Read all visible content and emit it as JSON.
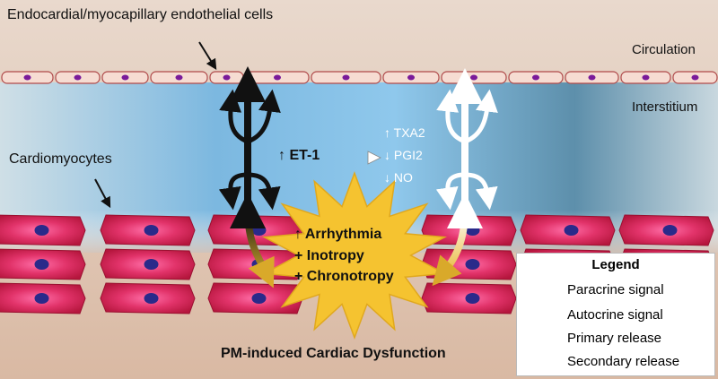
{
  "labels": {
    "endothelial": "Endocardial/myocapillary endothelial cells",
    "circulation": "Circulation",
    "interstitium": "Interstitium",
    "cardiomyocytes": "Cardiomyocytes",
    "et1_arrow": "↑",
    "et1": "ET-1",
    "txa2": "↑ TXA2",
    "pgi2": "↓ PGI2",
    "no": "↓ NO",
    "effect_arrow": "↑",
    "arrhythmia": "Arrhythmia",
    "inotropy": "+ Inotropy",
    "chronotropy": "+ Chronotropy",
    "footer": "PM-induced Cardiac Dysfunction"
  },
  "legend": {
    "title": "Legend",
    "paracrine": "Paracrine signal",
    "autocrine": "Autocrine signal",
    "primary": "Primary release",
    "secondary": "Secondary release"
  },
  "colors": {
    "endothelium_fill": "#f6dcd2",
    "endothelium_nucleus": "#7a1a9a",
    "interstitium": "#7fb8e0",
    "cardiomyocyte": "#e33a6a",
    "cardiomyocyte_nucleus": "#2a2a8a",
    "burst": "#f6c42d",
    "primary_arrow": "#111111",
    "secondary_arrow": "#ffffff"
  }
}
